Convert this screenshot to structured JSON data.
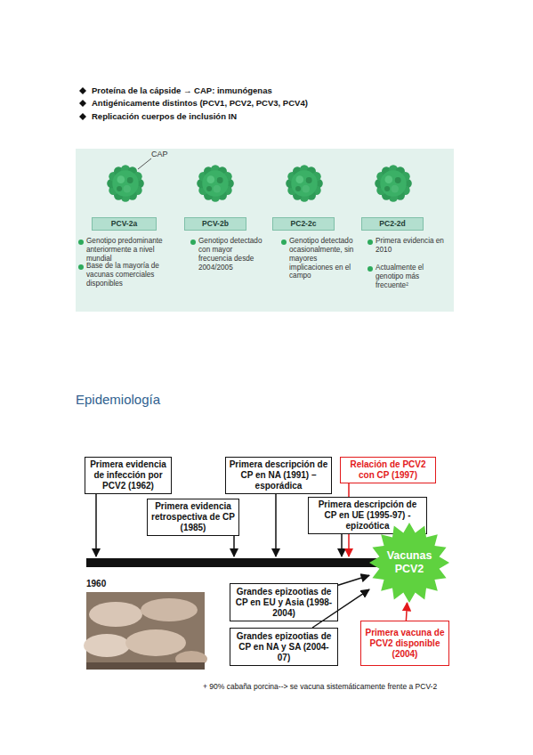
{
  "diagram": {
    "title": "Epidemiología",
    "nodes": [
      {
        "text": [
          "PCV-2a"
        ]
      },
      {
        "text": [
          "PCV-2b"
        ]
      },
      {
        "text": [
          "PC2-2c"
        ]
      },
      {
        "text": [
          "PC2-2d"
        ]
      },
      {
        "text": [
          "Primera evidencia de infección por PCV2 (1962)"
        ]
      },
      {
        "text": [
          "Primera descripción de CP en NA (1991) – esporádica"
        ]
      },
      {
        "text": [
          "Relación de PCV2 con CP (1997)"
        ]
      },
      {
        "text": [
          "Primera evidencia retrospectiva de CP (1985)"
        ]
      },
      {
        "text": [
          "Primera descripción de CP en UE (1995-97) - epizoótica"
        ]
      },
      {
        "text": [
          "Grandes epizootias de CP en EU y Asia (1998-2004)"
        ]
      },
      {
        "text": [
          "Grandes epizootias de CP en NA y SA (2004-07)"
        ]
      },
      {
        "text": [
          "Vacunas PCV2"
        ]
      },
      {
        "text": [
          "Primera vacuna de PCV2 disponible (2004)"
        ]
      }
    ],
    "edges": [
      {
        "from": 9,
        "to": 11,
        "arrow": "to"
      },
      {
        "from": 10,
        "to": 11,
        "arrow": "to"
      },
      {
        "from": 12,
        "to": 11,
        "arrow": "to"
      }
    ],
    "labels": [
      "Proteína de la cápside → CAP: inmunógenas",
      "Antigénicamente distintos (PCV1, PCV2, PCV3, PCV4)",
      "Replicación cuerpos de inclusión IN",
      "CAP",
      "Genotipo predominante anteriormente a nivel mundial",
      "Base de la mayoría de vacunas comerciales disponibles",
      "Genotipo detectado con mayor frecuencia desde 2004/2005",
      "Genotipo detectado ocasionalmente, sin mayores implicaciones en el campo",
      "Primera evidencia en 2010",
      "Actualmente el genotipo más frecuente²",
      "1960",
      "+ 90% cabaña porcina--> se vacuna sistemáticamente frente a PCV-2"
    ]
  }
}
